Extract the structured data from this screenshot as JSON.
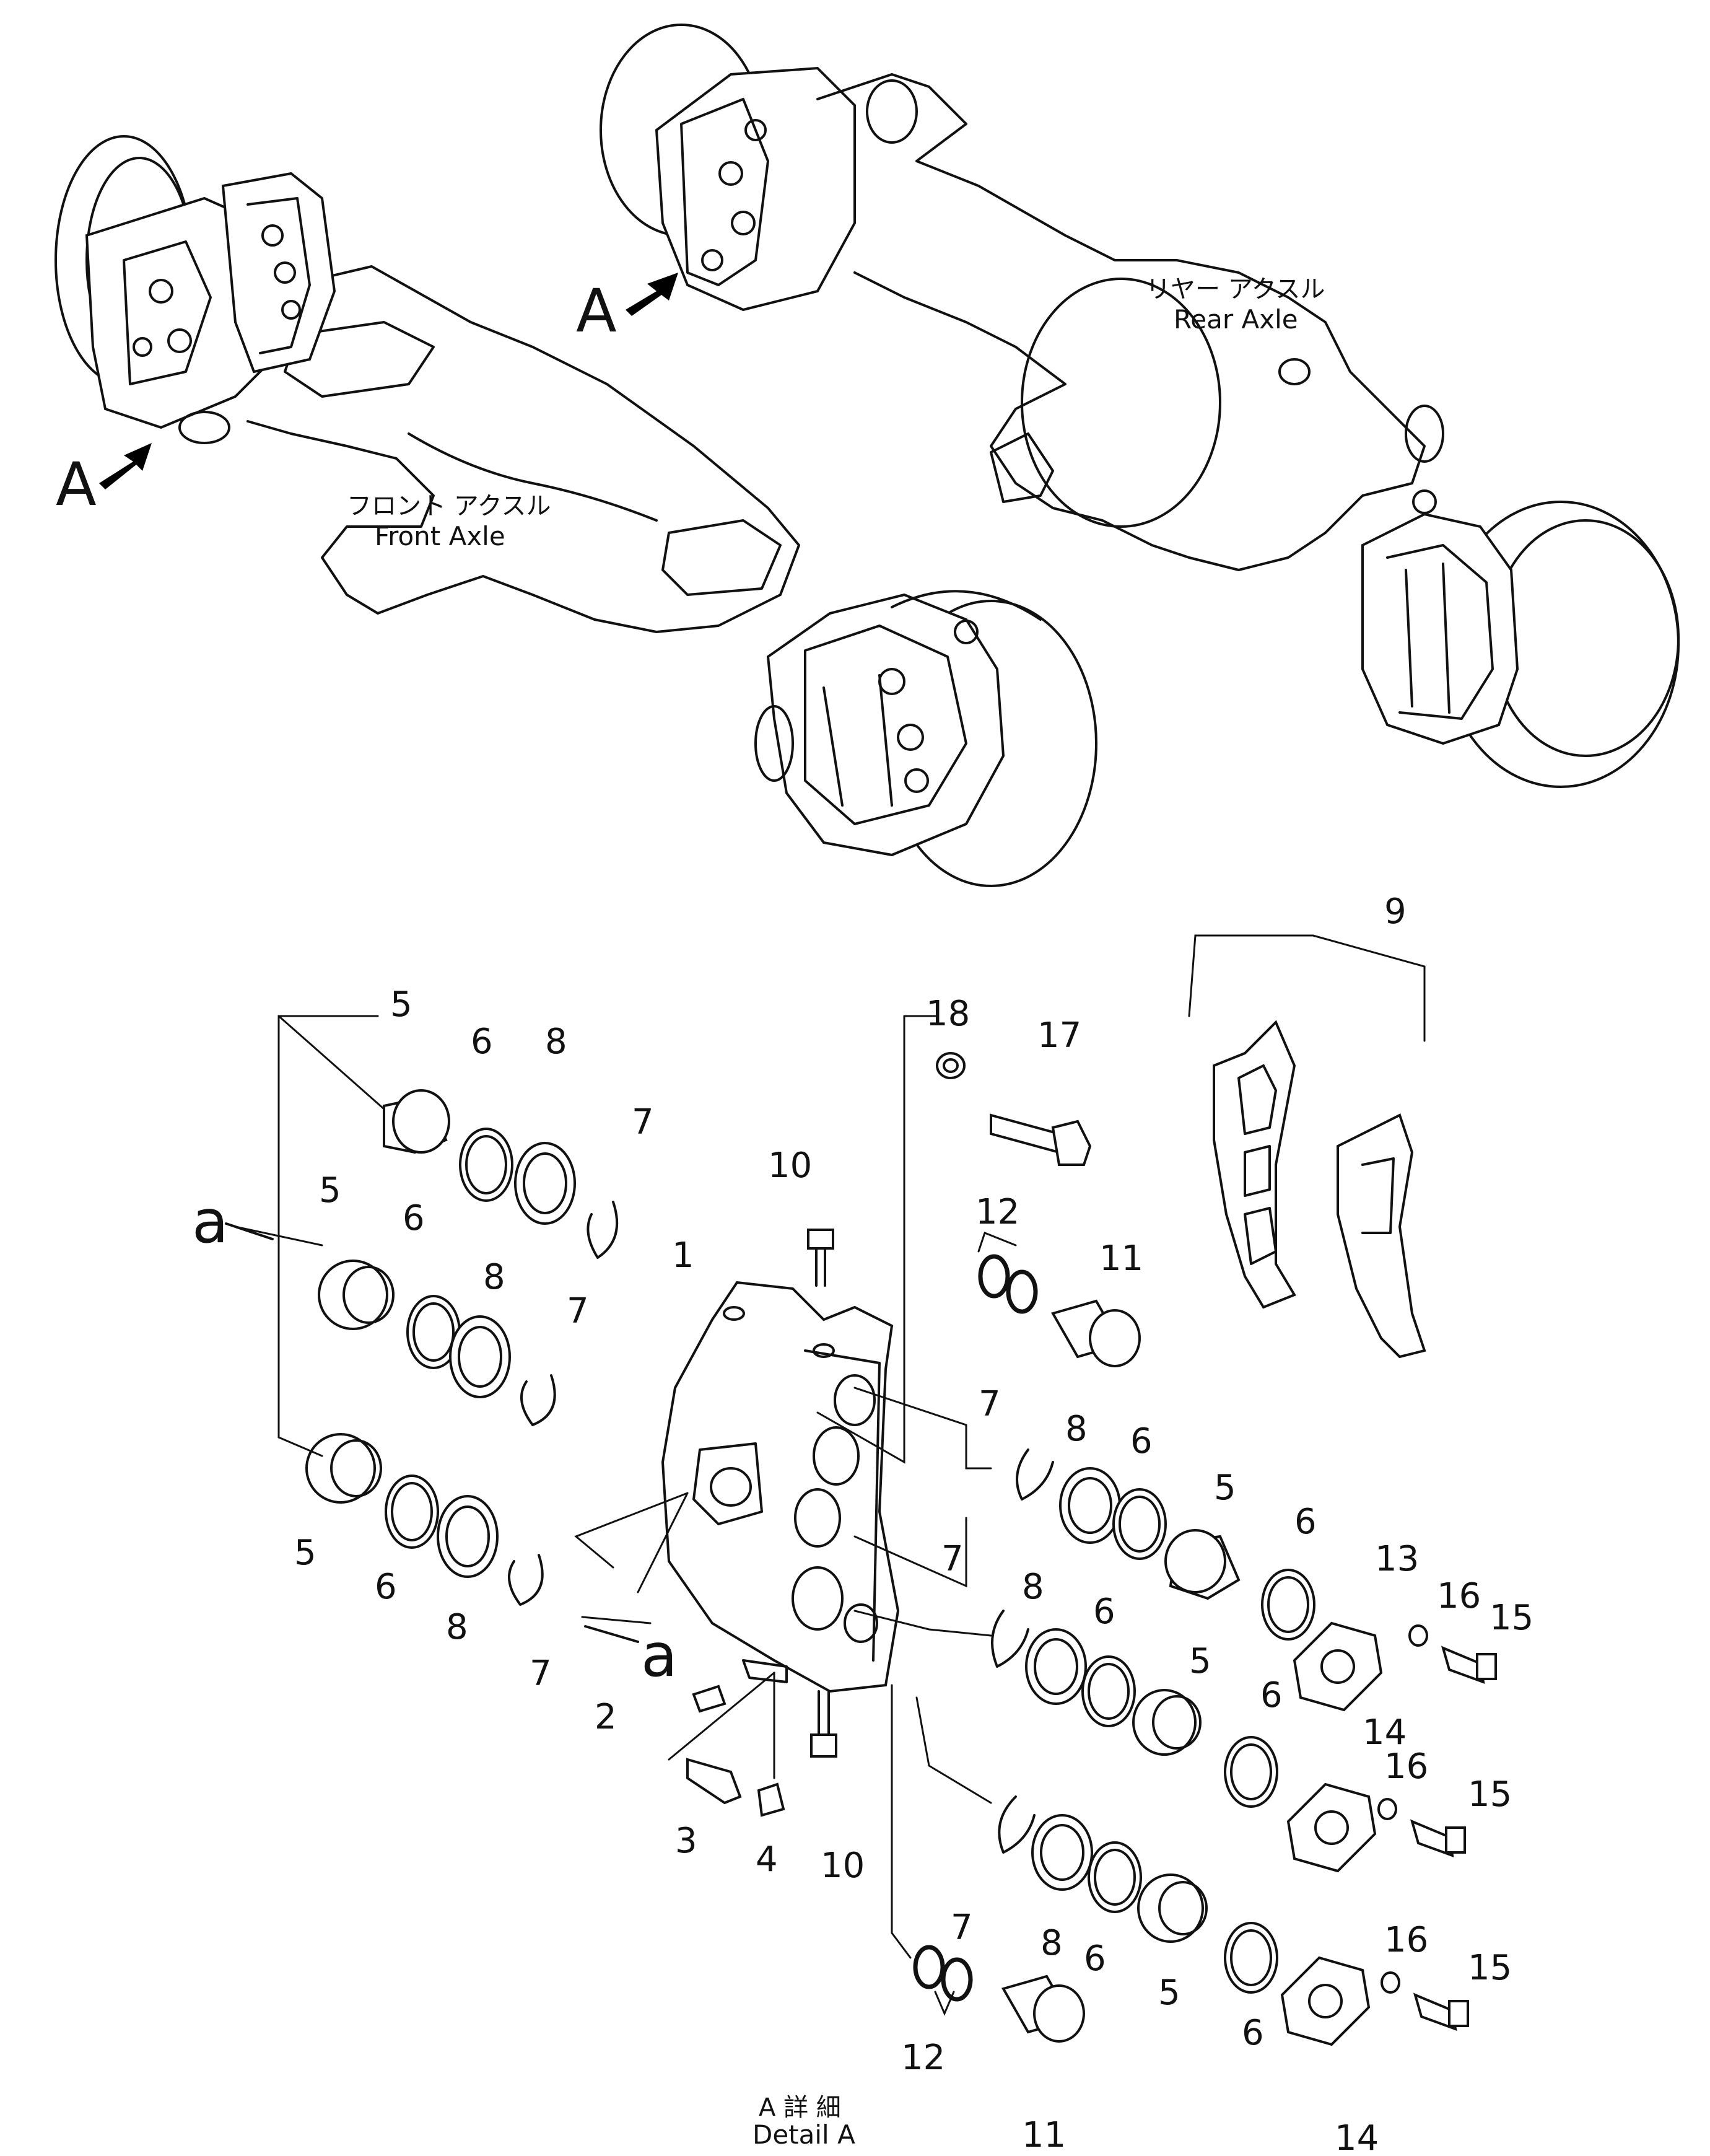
{
  "axles": {
    "front": {
      "ja": "フロント アクスル",
      "en": "Front Axle"
    },
    "rear": {
      "ja": "リヤー アクスル",
      "en": "Rear Axle"
    }
  },
  "view_marker": "A",
  "section_marker": "a",
  "detail": {
    "ja": "A 詳 細",
    "en": "Detail A"
  },
  "callouts": [
    "1",
    "2",
    "3",
    "4",
    "5",
    "6",
    "7",
    "8",
    "9",
    "10",
    "11",
    "12",
    "13",
    "14",
    "15",
    "16",
    "17",
    "18"
  ]
}
